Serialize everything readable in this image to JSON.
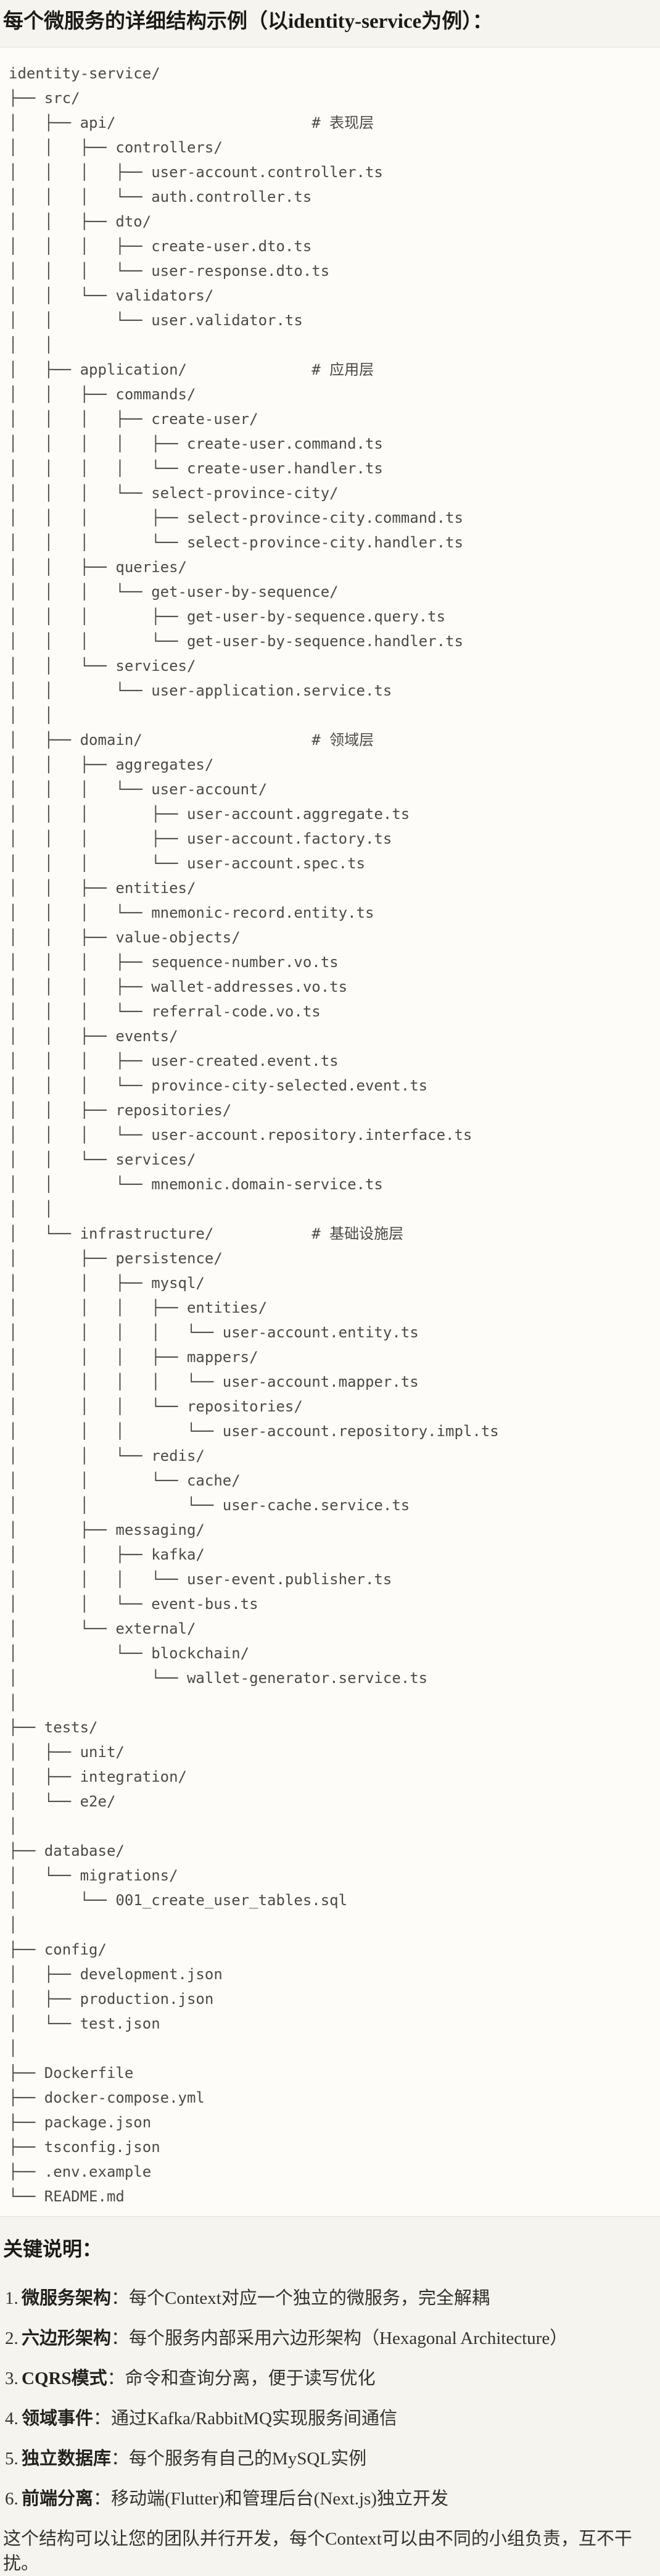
{
  "page": {
    "title": "每个微服务的详细结构示例（以identity-service为例）：",
    "notes_heading": "关键说明：",
    "closing": "这个结构可以让您的团队并行开发，每个Context可以由不同的小组负责，互不干扰。"
  },
  "colors": {
    "page_background": "#F6F4EF",
    "code_background": "#FDFCF9",
    "code_border": "#E4E0D8",
    "code_text": "#4B4A44",
    "heading_text": "#1B1A17",
    "body_text": "#33322D"
  },
  "tree": {
    "lines": [
      "identity-service/",
      "├── src/",
      "│   ├── api/                      # 表现层",
      "│   │   ├── controllers/",
      "│   │   │   ├── user-account.controller.ts",
      "│   │   │   └── auth.controller.ts",
      "│   │   ├── dto/",
      "│   │   │   ├── create-user.dto.ts",
      "│   │   │   └── user-response.dto.ts",
      "│   │   └── validators/",
      "│   │       └── user.validator.ts",
      "│   │",
      "│   ├── application/              # 应用层",
      "│   │   ├── commands/",
      "│   │   │   ├── create-user/",
      "│   │   │   │   ├── create-user.command.ts",
      "│   │   │   │   └── create-user.handler.ts",
      "│   │   │   └── select-province-city/",
      "│   │   │       ├── select-province-city.command.ts",
      "│   │   │       └── select-province-city.handler.ts",
      "│   │   ├── queries/",
      "│   │   │   └── get-user-by-sequence/",
      "│   │   │       ├── get-user-by-sequence.query.ts",
      "│   │   │       └── get-user-by-sequence.handler.ts",
      "│   │   └── services/",
      "│   │       └── user-application.service.ts",
      "│   │",
      "│   ├── domain/                   # 领域层",
      "│   │   ├── aggregates/",
      "│   │   │   └── user-account/",
      "│   │   │       ├── user-account.aggregate.ts",
      "│   │   │       ├── user-account.factory.ts",
      "│   │   │       └── user-account.spec.ts",
      "│   │   ├── entities/",
      "│   │   │   └── mnemonic-record.entity.ts",
      "│   │   ├── value-objects/",
      "│   │   │   ├── sequence-number.vo.ts",
      "│   │   │   ├── wallet-addresses.vo.ts",
      "│   │   │   └── referral-code.vo.ts",
      "│   │   ├── events/",
      "│   │   │   ├── user-created.event.ts",
      "│   │   │   └── province-city-selected.event.ts",
      "│   │   ├── repositories/",
      "│   │   │   └── user-account.repository.interface.ts",
      "│   │   └── services/",
      "│   │       └── mnemonic.domain-service.ts",
      "│   │",
      "│   └── infrastructure/           # 基础设施层",
      "│       ├── persistence/",
      "│       │   ├── mysql/",
      "│       │   │   ├── entities/",
      "│       │   │   │   └── user-account.entity.ts",
      "│       │   │   ├── mappers/",
      "│       │   │   │   └── user-account.mapper.ts",
      "│       │   │   └── repositories/",
      "│       │   │       └── user-account.repository.impl.ts",
      "│       │   └── redis/",
      "│       │       └── cache/",
      "│       │           └── user-cache.service.ts",
      "│       ├── messaging/",
      "│       │   ├── kafka/",
      "│       │   │   └── user-event.publisher.ts",
      "│       │   └── event-bus.ts",
      "│       └── external/",
      "│           └── blockchain/",
      "│               └── wallet-generator.service.ts",
      "│",
      "├── tests/",
      "│   ├── unit/",
      "│   ├── integration/",
      "│   └── e2e/",
      "│",
      "├── database/",
      "│   └── migrations/",
      "│       └── 001_create_user_tables.sql",
      "│",
      "├── config/",
      "│   ├── development.json",
      "│   ├── production.json",
      "│   └── test.json",
      "│",
      "├── Dockerfile",
      "├── docker-compose.yml",
      "├── package.json",
      "├── tsconfig.json",
      "├── .env.example",
      "└── README.md"
    ]
  },
  "notes": {
    "items": [
      {
        "num": "1.",
        "term": "微服务架构",
        "desc": "：每个Context对应一个独立的微服务，完全解耦"
      },
      {
        "num": "2.",
        "term": "六边形架构",
        "desc": "：每个服务内部采用六边形架构（Hexagonal Architecture）"
      },
      {
        "num": "3.",
        "term": "CQRS模式",
        "desc": "：命令和查询分离，便于读写优化"
      },
      {
        "num": "4.",
        "term": "领域事件",
        "desc": "：通过Kafka/RabbitMQ实现服务间通信"
      },
      {
        "num": "5.",
        "term": "独立数据库",
        "desc": "：每个服务有自己的MySQL实例"
      },
      {
        "num": "6.",
        "term": "前端分离",
        "desc": "：移动端(Flutter)和管理后台(Next.js)独立开发"
      }
    ]
  }
}
